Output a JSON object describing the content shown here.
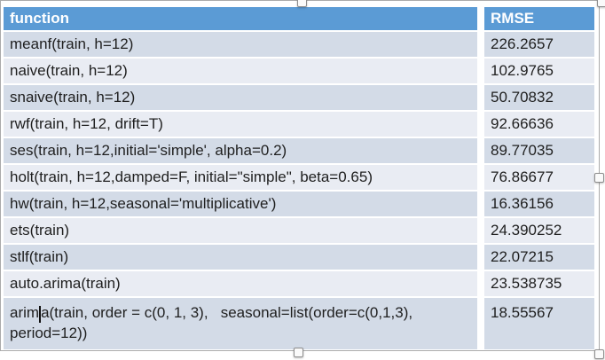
{
  "table": {
    "columns": [
      {
        "label": "function"
      },
      {
        "label": "RMSE"
      }
    ],
    "rows": [
      {
        "function": "meanf(train, h=12)",
        "rmse": "226.2657"
      },
      {
        "function": "naive(train, h=12)",
        "rmse": "102.9765"
      },
      {
        "function": "snaive(train, h=12)",
        "rmse": "50.70832"
      },
      {
        "function": "rwf(train, h=12, drift=T)",
        "rmse": "92.66636"
      },
      {
        "function": "ses(train, h=12,initial='simple', alpha=0.2)",
        "rmse": "89.77035"
      },
      {
        "function": "holt(train, h=12,damped=F, initial=\"simple\", beta=0.65)",
        "rmse": "76.86677"
      },
      {
        "function": "hw(train, h=12,seasonal='multiplicative')",
        "rmse": "16.36156"
      },
      {
        "function": "ets(train)",
        "rmse": "24.390252"
      },
      {
        "function": "stlf(train)",
        "rmse": "22.07215"
      },
      {
        "function": "auto.arima(train)",
        "rmse": "23.538735"
      },
      {
        "has_caret": true,
        "function_pre_caret": "arim",
        "function_post_caret": "a(train, order = c(0, 1, 3),   seasonal=list(order=c(0,1,3),",
        "function_line2": "period=12))",
        "rmse": "18.55567"
      }
    ]
  },
  "selection": {
    "handles": [
      "resize-handle-top-center",
      "resize-handle-top-right",
      "resize-handle-right-middle",
      "resize-handle-bottom-center",
      "resize-handle-bottom-right"
    ]
  },
  "colors": {
    "header_bg": "#5b9bd5",
    "header_text": "#ffffff",
    "row_dark": "#d3dbe7",
    "row_light": "#e9ecf3",
    "body_text": "#1f1f1f",
    "selection_border": "#ababab",
    "handle_bg": "#fafafa",
    "handle_border": "#8e8e8e"
  }
}
